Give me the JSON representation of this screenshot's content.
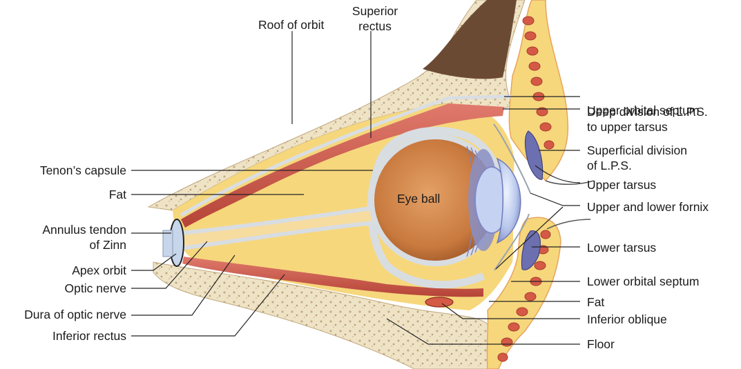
{
  "diagram": {
    "labels": {
      "roof_of_orbit": "Roof of orbit",
      "superior_rectus_1": "Superior",
      "superior_rectus_2": "rectus",
      "upper_orbital_septum": "Upper orbital septum",
      "deep_division_1": "Deep division of L.P.S.",
      "deep_division_2": "to upper tarsus",
      "superficial_division_1": "Superficial division",
      "superficial_division_2": "of L.P.S.",
      "upper_tarsus": "Upper tarsus",
      "fornix": "Upper and lower fornix",
      "lower_tarsus": "Lower tarsus",
      "lower_orbital_septum": "Lower orbital septum",
      "fat_right": "Fat",
      "inferior_oblique": "Inferior oblique",
      "floor": "Floor",
      "tenons_capsule": "Tenon’s capsule",
      "fat_left": "Fat",
      "annulus_1": "Annulus tendon",
      "annulus_2": "of Zinn",
      "apex_orbit": "Apex orbit",
      "optic_nerve": "Optic nerve",
      "dura_optic_nerve": "Dura of optic nerve",
      "inferior_rectus": "Inferior rectus",
      "eye_ball": "Eye ball"
    },
    "colors": {
      "bone": "#efe3c6",
      "sinus": "#6b4a34",
      "fat": "#f6d77c",
      "muscle": "#c9544a",
      "sclera": "#d8dde2",
      "globe": "#c97a3e",
      "iris": "#8a8fc4",
      "cornea": "#b9c8ec",
      "optic_nerve": "#f7dca0",
      "leader": "#222222"
    }
  }
}
